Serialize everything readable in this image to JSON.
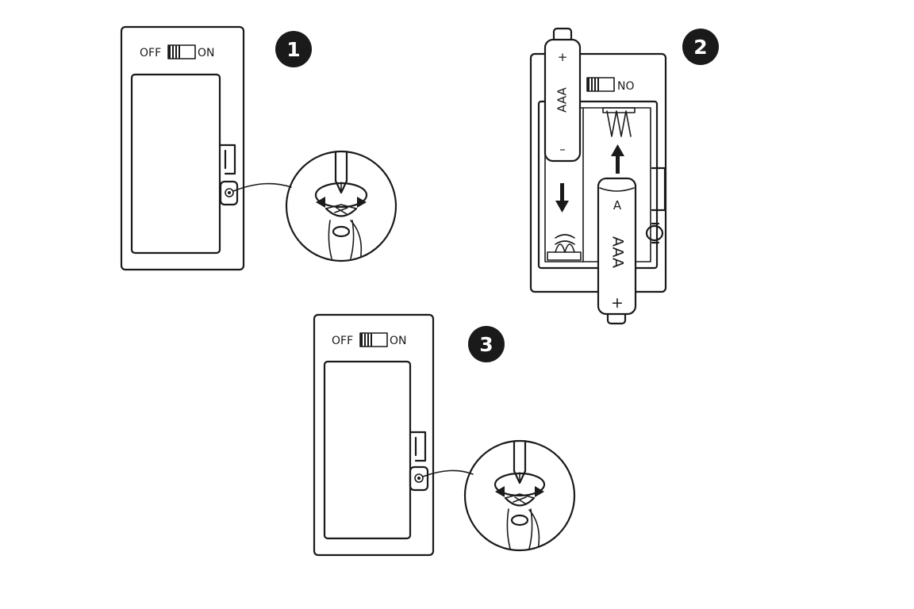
{
  "steps": [
    {
      "number": "1",
      "switch_off": "OFF",
      "switch_on": "ON"
    },
    {
      "number": "2",
      "switch_label": "NO",
      "battery_top": {
        "plus": "+",
        "type": "AAA",
        "minus": "–"
      },
      "battery_bottom": {
        "letter": "A",
        "type": "AAA",
        "plus": "+"
      }
    },
    {
      "number": "3",
      "switch_off": "OFF",
      "switch_on": "ON"
    }
  ]
}
